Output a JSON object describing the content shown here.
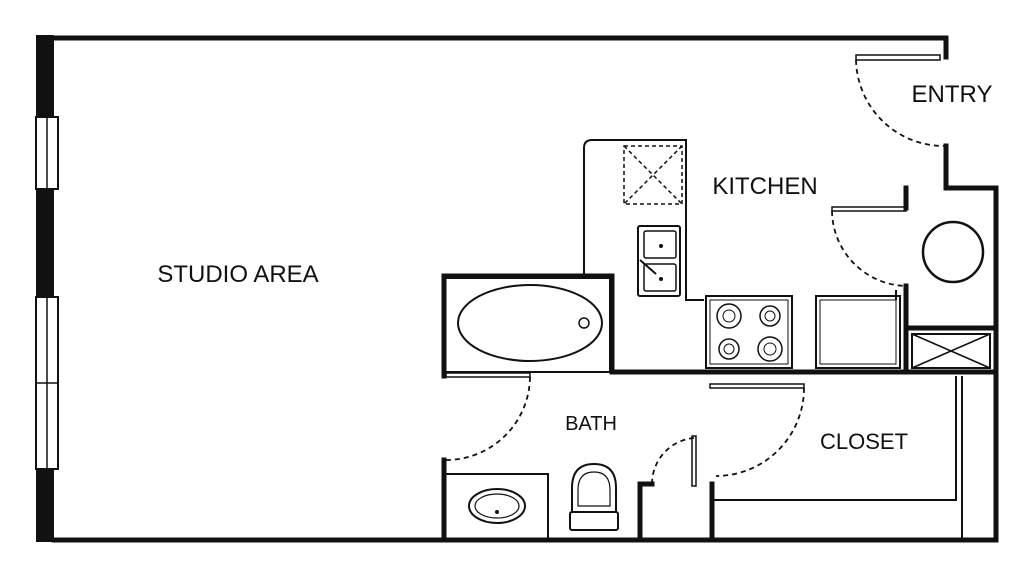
{
  "rooms": {
    "studio": "STUDIO AREA",
    "entry": "ENTRY",
    "kitchen": "KITCHEN",
    "bath": "BATH",
    "closet": "CLOSET"
  }
}
